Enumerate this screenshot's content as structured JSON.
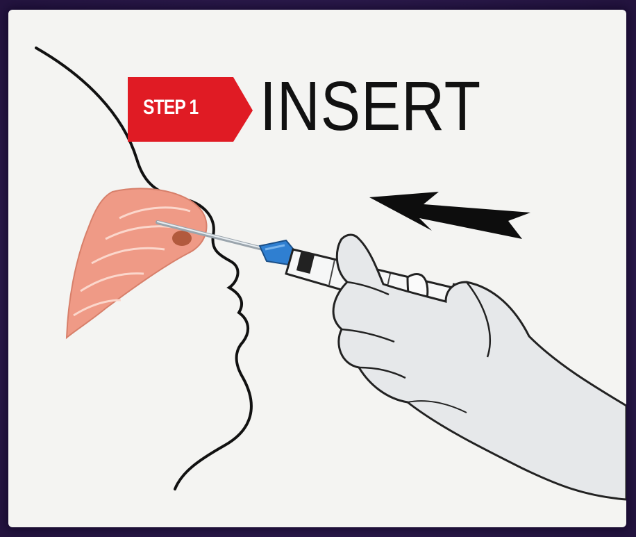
{
  "header": {
    "step_label": "STEP 1",
    "title": "INSERT"
  },
  "colors": {
    "background": "#f4f4f2",
    "frame": "#2a1848",
    "badge_red": "#e01b24",
    "tissue": "#ef9a86",
    "needle_hub": "#2f7fd1",
    "glove": "#e6e8ea",
    "outline": "#111111"
  },
  "icons": [
    "face-profile-outline",
    "nasal-tissue",
    "syringe",
    "gloved-hand",
    "direction-arrow"
  ]
}
